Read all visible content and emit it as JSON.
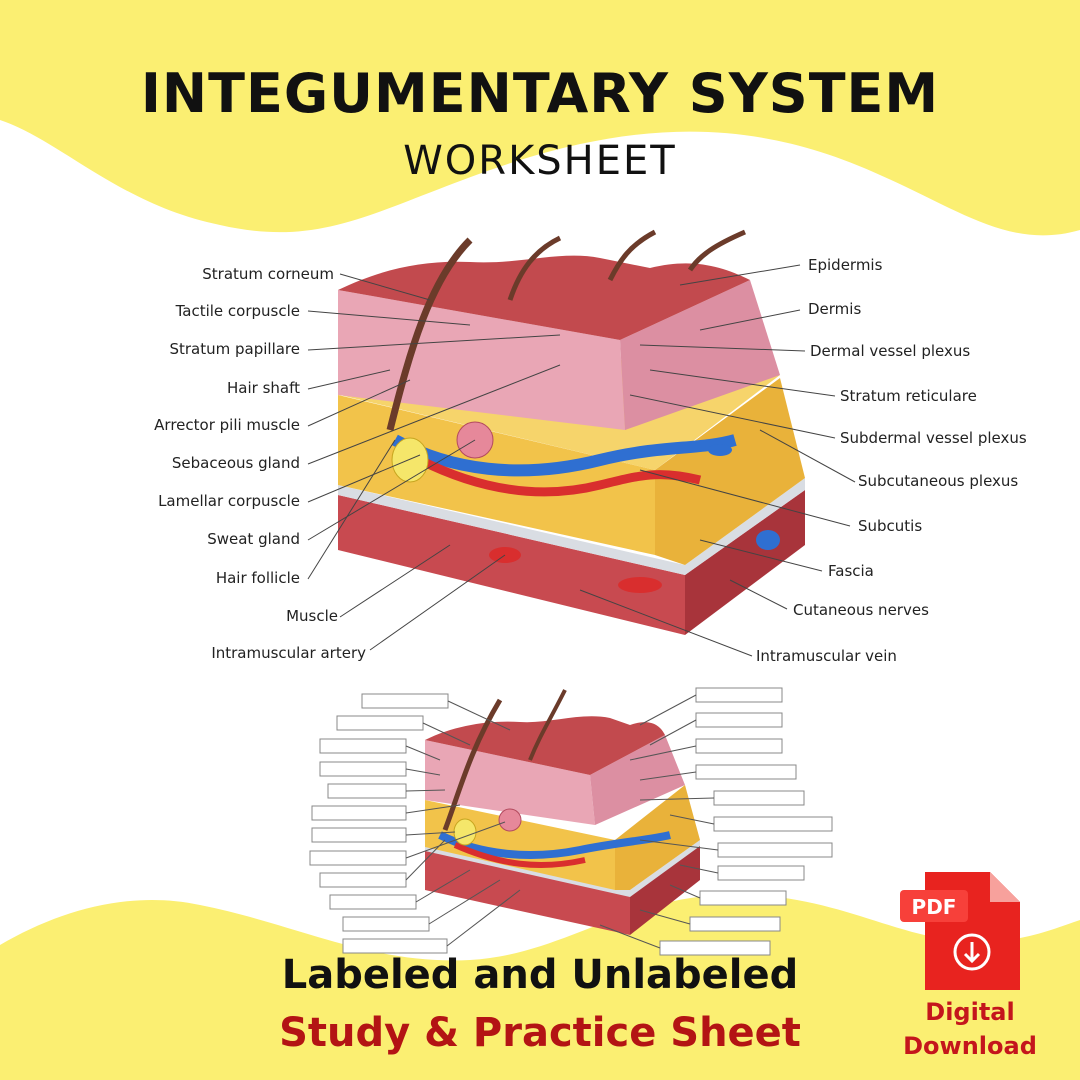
{
  "header": {
    "title": "INTEGUMENTARY SYSTEM",
    "subtitle": "WORKSHEET"
  },
  "labels_left": [
    "Stratum corneum",
    "Tactile corpuscle",
    "Stratum papillare",
    "Hair shaft",
    "Arrector pili muscle",
    "Sebaceous gland",
    "Lamellar corpuscle",
    "Sweat gland",
    "Hair follicle",
    "Muscle",
    "Intramuscular artery"
  ],
  "labels_right": [
    "Epidermis",
    "Dermis",
    "Dermal vessel plexus",
    "Stratum reticulare",
    "Subdermal vessel plexus",
    "Subcutaneous plexus",
    "Subcutis",
    "Fascia",
    "Cutaneous nerves",
    "Intramuscular vein"
  ],
  "footer": {
    "line1": "Labeled and Unlabeled",
    "line2": "Study & Practice Sheet"
  },
  "badge": {
    "pdf": "PDF",
    "line1": "Digital",
    "line2": "Download"
  },
  "colors": {
    "accent_yellow": "#fbef72",
    "brand_red": "#b31414",
    "pdf_red": "#e8231f"
  }
}
